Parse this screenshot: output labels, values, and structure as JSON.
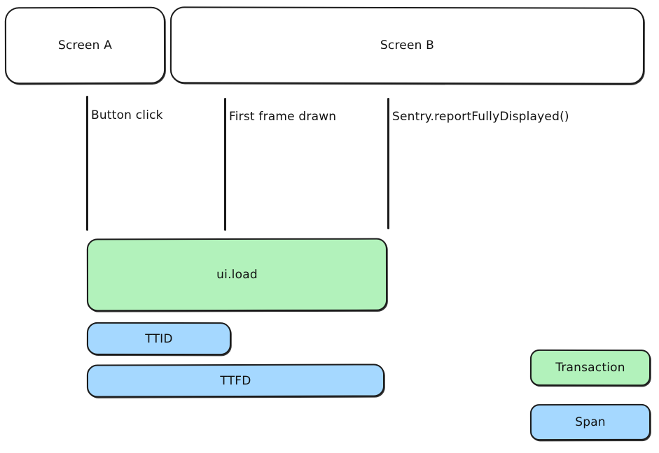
{
  "diagram": {
    "title": "Mobile screen load timing (TTID / TTFD) diagram",
    "colors": {
      "transaction_fill": "#b2f2bb",
      "span_fill": "#a5d8ff",
      "stroke": "#1b1b1b",
      "background": "#ffffff"
    },
    "screens": [
      {
        "id": "screen-a",
        "label": "Screen A"
      },
      {
        "id": "screen-b",
        "label": "Screen B"
      }
    ],
    "markers": [
      {
        "id": "button-click",
        "label": "Button click"
      },
      {
        "id": "first-frame-drawn",
        "label": "First frame drawn"
      },
      {
        "id": "report-fully-displayed",
        "label": "Sentry.reportFullyDisplayed()"
      }
    ],
    "bars": [
      {
        "id": "ui-load",
        "label": "ui.load",
        "kind": "transaction"
      },
      {
        "id": "ttid",
        "label": "TTID",
        "kind": "span"
      },
      {
        "id": "ttfd",
        "label": "TTFD",
        "kind": "span"
      }
    ],
    "legend": [
      {
        "id": "legend-transaction",
        "label": "Transaction",
        "kind": "transaction"
      },
      {
        "id": "legend-span",
        "label": "Span",
        "kind": "span"
      }
    ]
  }
}
